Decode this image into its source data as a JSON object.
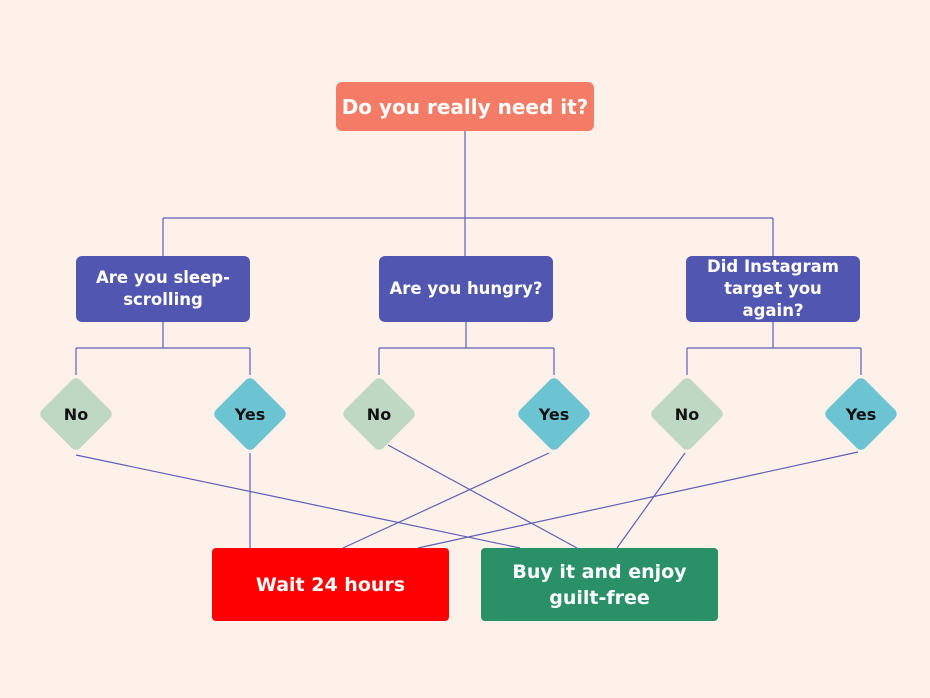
{
  "colors": {
    "background": "#fdf1ea",
    "root": "#f47c66",
    "question": "#5157b0",
    "no": "#bfd8c4",
    "yes": "#6cc4d3",
    "wait": "#ff0000",
    "buy": "#2a9068",
    "connector": "#5c60b8"
  },
  "root": {
    "label": "Do you really need it?"
  },
  "questions": [
    {
      "label": "Are you sleep-scrolling"
    },
    {
      "label": "Are you hungry?"
    },
    {
      "label": "Did Instagram target you again?"
    }
  ],
  "answers": [
    {
      "label": "No"
    },
    {
      "label": "Yes"
    },
    {
      "label": "No"
    },
    {
      "label": "Yes"
    },
    {
      "label": "No"
    },
    {
      "label": "Yes"
    }
  ],
  "outcomes": {
    "wait": {
      "label": "Wait 24 hours"
    },
    "buy": {
      "label": "Buy it and enjoy guilt-free"
    }
  }
}
